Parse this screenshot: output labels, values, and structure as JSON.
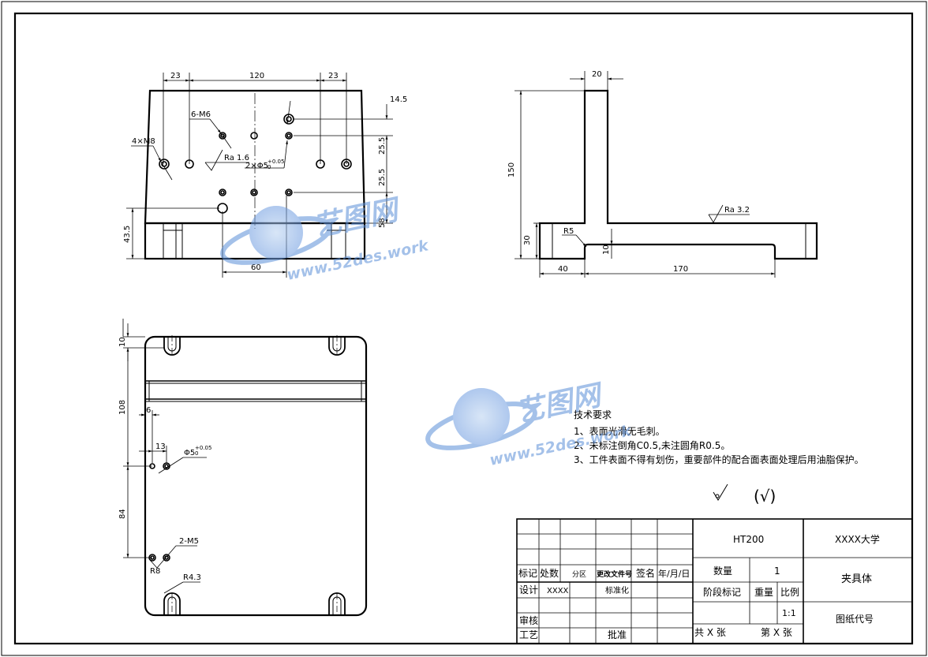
{
  "front_view": {
    "dims": {
      "d23a": "23",
      "d120": "120",
      "d23b": "23",
      "d14_5": "14.5",
      "d25_5a": "25.5",
      "d25_5b": "25.5",
      "d58": "58",
      "d43_5": "43.5",
      "d60": "60"
    },
    "callouts": {
      "holes_m8": "4×M8",
      "holes_m6": "6-M6",
      "ra": "Ra 1.6",
      "pin": "2×Φ5",
      "pin_tol": "+0.05",
      "pin_tol2": "0"
    }
  },
  "side_view": {
    "dims": {
      "d20": "20",
      "d150": "150",
      "d30": "30",
      "d40": "40",
      "d170": "170",
      "d10": "10",
      "r5": "R5"
    },
    "ra": "Ra 3.2"
  },
  "top_view": {
    "dims": {
      "d10": "10",
      "d108": "108",
      "d6": "6",
      "d13": "13",
      "d84": "84"
    },
    "callouts": {
      "pin": "Φ5",
      "pin_tol": "+0.05",
      "pin_tol2": "0",
      "m5": "2-M5",
      "r8": "R8",
      "r4_3": "R4.3"
    }
  },
  "tech_req": {
    "title": "技术要求",
    "lines": [
      "1、表面光滑无毛刺。",
      "2、未标注倒角C0.5,未注圆角R0.5。",
      "3、工件表面不得有划伤，重要部件的配合面表面处理后用油脂保护。"
    ],
    "symbol_note": "(√)"
  },
  "title_block": {
    "material": "HT200",
    "school": "XXXX大学",
    "part_name": "夹具体",
    "drawing_no": "图纸代号",
    "qty_label": "数量",
    "qty": "1",
    "stage_label": "阶段标记",
    "weight_label": "重量",
    "scale_label": "比例",
    "scale": "1:1",
    "total_sheets": "共 X 张",
    "sheet_no": "第 X 张",
    "row_labels": {
      "biaoji": "标记",
      "chushu": "处数",
      "fenqu": "分区",
      "gengai": "更改文件号",
      "qianming": "签名",
      "date": "年/月/日",
      "sheji": "设计",
      "designer": "XXXX",
      "biaozhun": "标准化",
      "shenhe": "审核",
      "gongyi": "工艺",
      "pizhun": "批准"
    }
  },
  "watermark": {
    "brand": "艺图网",
    "url": "www.52des.work"
  }
}
